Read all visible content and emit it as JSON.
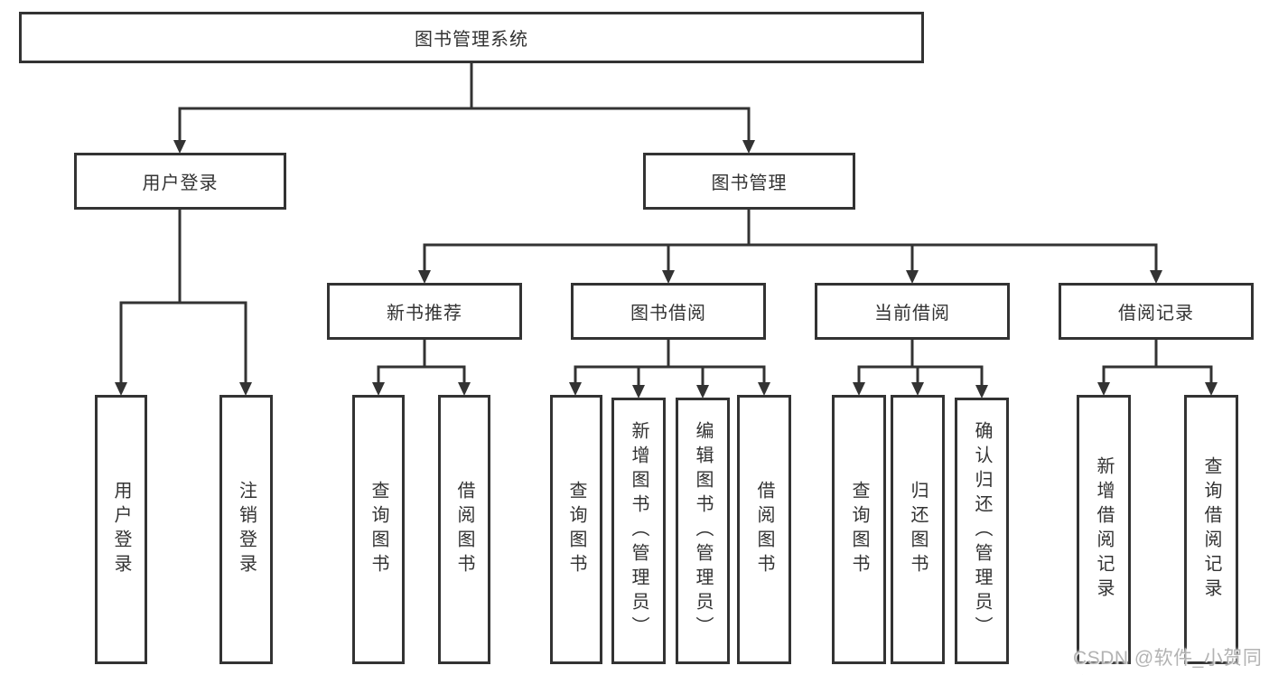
{
  "diagram": {
    "title": "图书管理系统",
    "root": {
      "label": "图书管理系统"
    },
    "level2": {
      "user_login": {
        "label": "用户登录"
      },
      "book_mgmt": {
        "label": "图书管理"
      }
    },
    "level3": {
      "new_books": {
        "label": "新书推荐"
      },
      "book_borrow": {
        "label": "图书借阅"
      },
      "current_borrow": {
        "label": "当前借阅"
      },
      "borrow_records": {
        "label": "借阅记录"
      }
    },
    "leaves": {
      "user_login": {
        "label": "用户登录"
      },
      "logout": {
        "label": "注销登录"
      },
      "nb_query": {
        "label": "查询图书"
      },
      "nb_borrow": {
        "label": "借阅图书"
      },
      "bb_query": {
        "label": "查询图书"
      },
      "bb_add": {
        "label": "新增图书（管理员）"
      },
      "bb_edit": {
        "label": "编辑图书（管理员）"
      },
      "bb_borrow": {
        "label": "借阅图书"
      },
      "cb_query": {
        "label": "查询图书"
      },
      "cb_return": {
        "label": "归还图书"
      },
      "cb_confirm": {
        "label": "确认归还（管理员）"
      },
      "br_add": {
        "label": "新增借阅记录"
      },
      "br_query": {
        "label": "查询借阅记录"
      }
    },
    "watermark": "CSDN @软件_小贺同学",
    "colors": {
      "line": "#333333",
      "text": "#333333",
      "watermark": "#b3b3b3",
      "background": "#ffffff"
    }
  }
}
